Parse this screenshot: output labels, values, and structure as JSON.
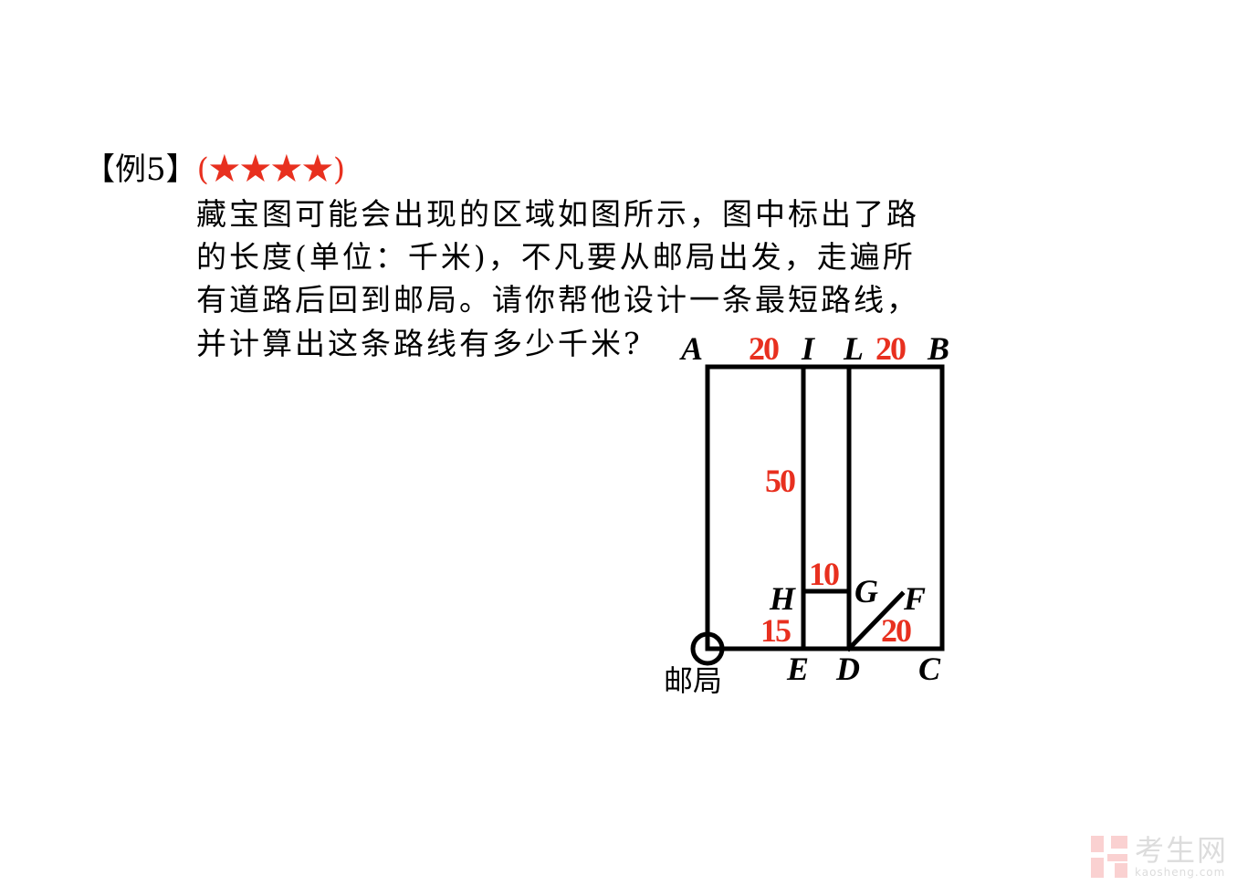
{
  "header": {
    "example_label": "【例5】",
    "difficulty_stars": "(★★★★)",
    "star_count": 4
  },
  "problem_lines": [
    "藏宝图可能会出现的区域如图所示，图中标出了路",
    "的长度(单位：千米)，不凡要从邮局出发，走遍所",
    "有道路后回到邮局。请你帮他设计一条最短路线，",
    "并计算出这条路线有多少千米?"
  ],
  "diagram": {
    "points": {
      "A": "A",
      "B": "B",
      "C": "C",
      "D": "D",
      "E": "E",
      "F": "F",
      "G": "G",
      "H": "H",
      "I": "I",
      "L": "L"
    },
    "lengths": {
      "AI": "20",
      "LB": "20",
      "IH": "50",
      "HG": "10",
      "HE": "15",
      "DF": "20"
    },
    "post_office": "邮局"
  },
  "watermark": {
    "name": "考生网",
    "domain": "kaosheng.com"
  },
  "colors": {
    "accent": "#e8301f",
    "line": "#000000"
  }
}
